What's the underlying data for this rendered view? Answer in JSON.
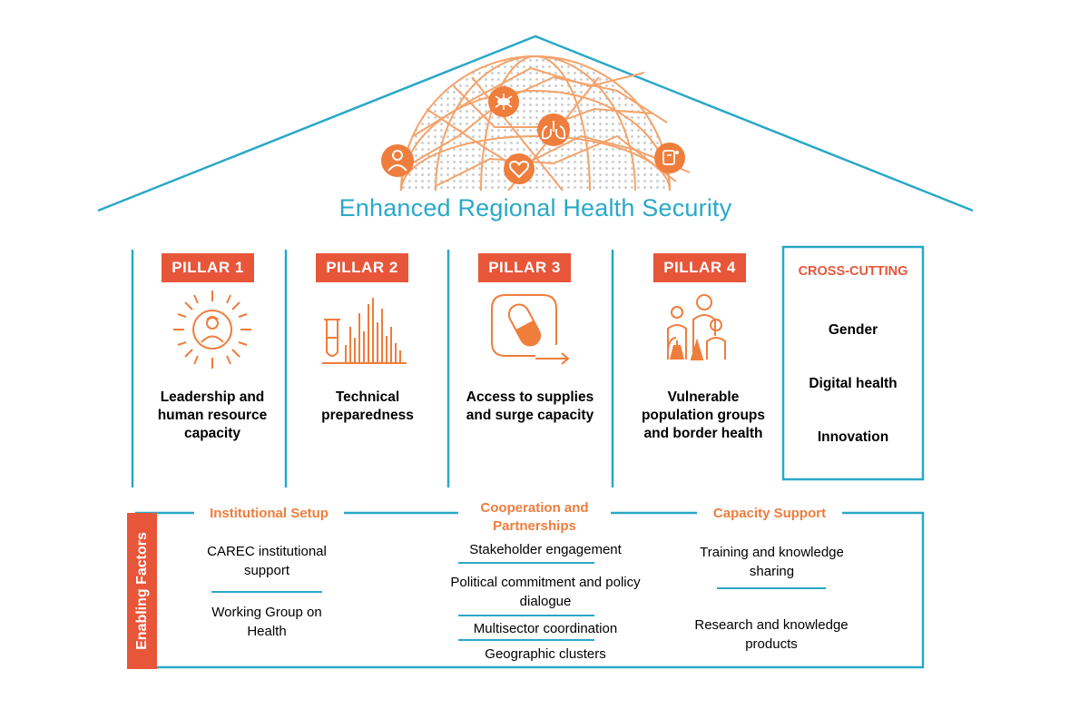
{
  "header": {
    "title": "Enhanced Regional Health Security"
  },
  "icons": {
    "dome": "globe-network-icon",
    "dome_badges": [
      "doctor-icon",
      "virus-icon",
      "lungs-icon",
      "heart-icon",
      "medical-device-icon"
    ],
    "pillar_icons": [
      "leader-sun-icon",
      "test-tube-chart-icon",
      "capsule-icon",
      "family-icon"
    ]
  },
  "colors": {
    "primary_teal": "#2aa8c8",
    "pillar_red": "#e8563a",
    "icon_orange": "#ef7d3c",
    "heading_orange": "#ef7d3c"
  },
  "pillars": [
    {
      "label": "PILLAR 1",
      "description": "Leadership and human resource capacity"
    },
    {
      "label": "PILLAR 2",
      "description": "Technical preparedness"
    },
    {
      "label": "PILLAR 3",
      "description": "Access to supplies and surge capacity"
    },
    {
      "label": "PILLAR 4",
      "description": "Vulnerable population groups and border health"
    }
  ],
  "cross_cutting": {
    "title": "CROSS-CUTTING",
    "items": [
      "Gender",
      "Digital health",
      "Innovation"
    ]
  },
  "enabling_factors": {
    "label": "Enabling Factors",
    "groups": [
      {
        "heading": "Institutional Setup",
        "items": [
          "CAREC institutional support",
          "Working Group on Health"
        ]
      },
      {
        "heading": "Cooperation and Partnerships",
        "items": [
          "Stakeholder engagement",
          "Political commitment and policy dialogue",
          "Multisector coordination",
          "Geographic clusters"
        ]
      },
      {
        "heading": "Capacity Support",
        "items": [
          "Training and knowledge sharing",
          "Research and knowledge products"
        ]
      }
    ]
  }
}
